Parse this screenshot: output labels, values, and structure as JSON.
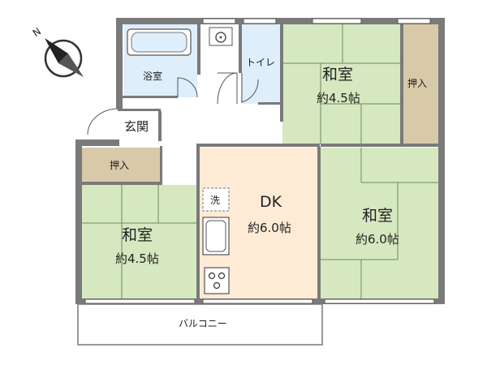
{
  "compass": {
    "north_label": "N"
  },
  "rooms": {
    "washitsu_top": {
      "name": "和室",
      "size": "約4.5帖"
    },
    "washitsu_right": {
      "name": "和室",
      "size": "約6.0帖"
    },
    "washitsu_left": {
      "name": "和室",
      "size": "約4.5帖"
    },
    "dk": {
      "name": "DK",
      "size": "約6.0帖"
    },
    "bath": {
      "name": "浴室"
    },
    "toilet": {
      "name": "トイレ"
    },
    "entrance": {
      "name": "玄関"
    },
    "closet_right": {
      "name": "押入"
    },
    "closet_left": {
      "name": "押入"
    },
    "washer": {
      "name": "洗"
    },
    "balcony": {
      "name": "バルコニー"
    }
  },
  "colors": {
    "tatami": "#d6e8c0",
    "dk_floor": "#fdebd6",
    "wet_area": "#deeefb",
    "closet": "#d8c9a8",
    "wall": "#7a7a7a",
    "floor_white": "#ffffff"
  }
}
